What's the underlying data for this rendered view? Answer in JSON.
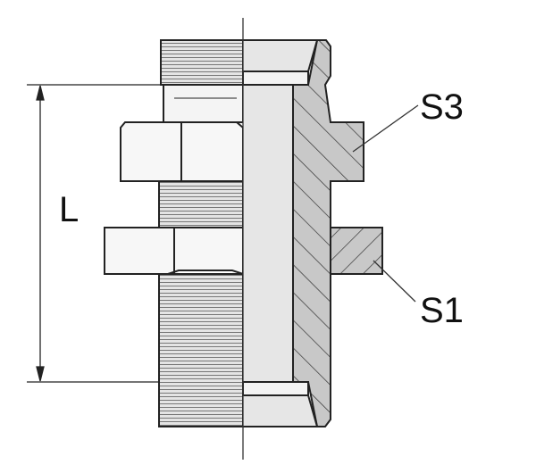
{
  "labels": {
    "length": "L",
    "s3": "S3",
    "s1": "S1"
  },
  "colors": {
    "line": "#222222",
    "section_fill": "#c8c8c8",
    "bore_fill": "#e6e6e6",
    "thread_fill": "#d4d4d4"
  }
}
